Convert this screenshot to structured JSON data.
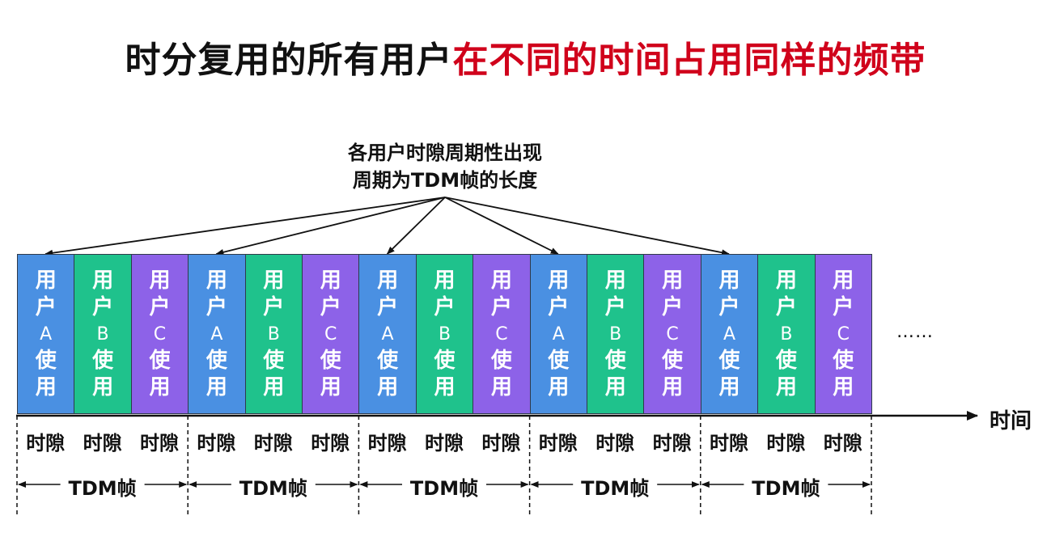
{
  "title": {
    "part1": "时分复用的所有用户",
    "part2": "在不同的时间占用同样的频带"
  },
  "annotation": {
    "line1": "各用户时隙周期性出现",
    "line2": "周期为TDM帧的长度"
  },
  "users": [
    {
      "chars": [
        "用",
        "户",
        "A",
        "使",
        "用"
      ],
      "color": "#4a90e2"
    },
    {
      "chars": [
        "用",
        "户",
        "B",
        "使",
        "用"
      ],
      "color": "#1fc28c"
    },
    {
      "chars": [
        "用",
        "户",
        "C",
        "使",
        "用"
      ],
      "color": "#8d62e8"
    }
  ],
  "frame_count": 5,
  "slot_label": "时隙",
  "frame_label": "TDM帧",
  "ellipsis": "……",
  "axis_label": "时间"
}
